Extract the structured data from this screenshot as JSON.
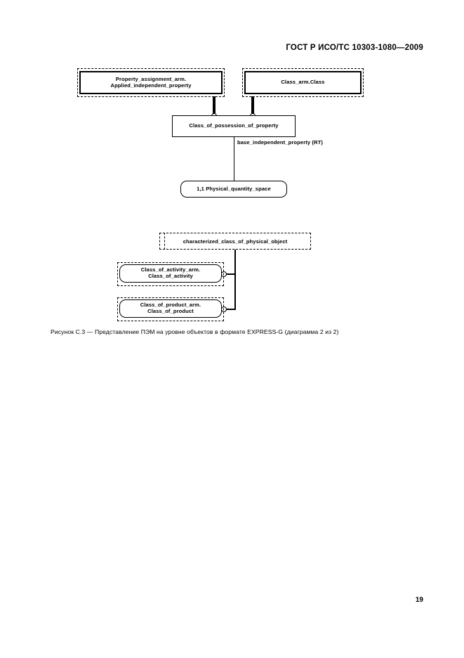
{
  "page": {
    "header": "ГОСТ Р ИСО/ТС 10303-1080—2009",
    "number": "19",
    "caption": "Рисунок  С.3 — Представление ПЭМ на уровне объектов в формате EXPRESS-G (диаграмма 2 из 2)"
  },
  "diagram_top": {
    "boxes": {
      "applied_independent_property": "Property_assignment_arm.\nApplied_independent_property",
      "class_arm_class": "Class_arm.Class",
      "class_of_possession_of_property": "Class_of_possession_of_property",
      "physical_quantity_space": "1,1 Physical_quantity_space"
    },
    "edge_labels": {
      "base_independent_property": "base_independent_property (RT)"
    }
  },
  "diagram_bottom": {
    "boxes": {
      "characterized_class_of_physical_object": "characterized_class_of_physical_object",
      "class_of_activity": "Class_of_activity_arm.\nClass_of_activity",
      "class_of_product": "Class_of_product_arm.\nClass_of_product"
    }
  }
}
